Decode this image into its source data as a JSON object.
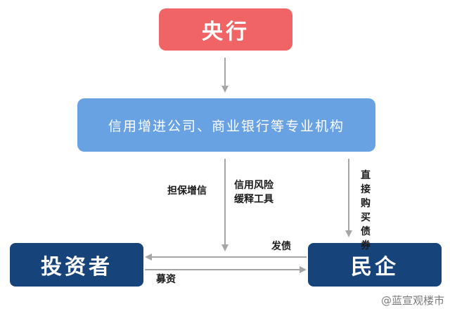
{
  "nodes": {
    "central_bank": "央行",
    "agencies": "信用增进公司、商业银行等专业机构",
    "investors": "投资者",
    "private_enterprise": "民企"
  },
  "edge_labels": {
    "guarantee": "担保增信",
    "credit_tools_line1": "信用风险",
    "credit_tools_line2": "缓释工具",
    "direct_buy": "直接购买债券",
    "issue_bonds": "发债",
    "raise_funds": "募资"
  },
  "watermark": "@蓝宣观楼市",
  "colors": {
    "central_bank": "#f06466",
    "agencies": "#69a2e3",
    "dark_navy": "#17437b",
    "arrow": "#a6a6a6"
  }
}
